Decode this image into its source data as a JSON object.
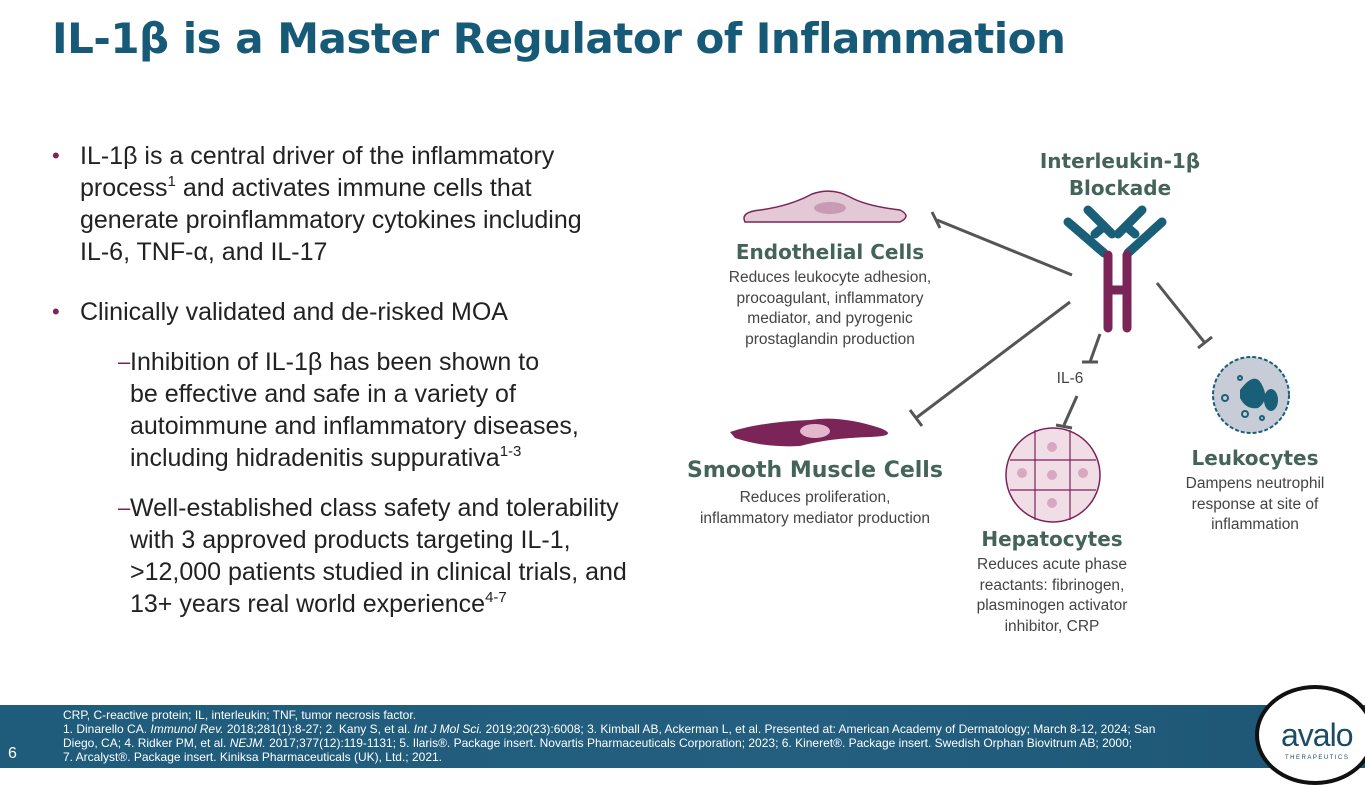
{
  "title": "IL-1β is a Master Regulator of Inflammation",
  "bullets": [
    {
      "lines": [
        "IL-1β is a central driver of the inflammatory",
        "process",
        "1",
        " and activates immune cells that",
        "generate proinflammatory cytokines including",
        "IL-6, TNF-α, and IL-17"
      ]
    },
    {
      "lines": [
        "Clinically validated and de-risked MOA"
      ],
      "sub": [
        {
          "lines": [
            "Inhibition of IL-1β has been shown to",
            "be effective and safe in a variety of",
            "autoimmune and inflammatory diseases,",
            "including hidradenitis suppurativa",
            "1-3"
          ]
        },
        {
          "lines": [
            "Well-established class safety and tolerability",
            "with 3 approved products targeting IL-1,",
            ">12,000 patients studied in clinical trials, and",
            "13+ years real world experience",
            "4-7"
          ]
        }
      ]
    }
  ],
  "diagram": {
    "center": [
      "Interleukin-1β",
      "Blockade"
    ],
    "il6": "IL-6",
    "endothelial": {
      "title": "Endothelial Cells",
      "desc": [
        "Reduces leukocyte adhesion,",
        "procoagulant, inflammatory",
        "mediator, and pyrogenic",
        "prostaglandin production"
      ]
    },
    "smooth": {
      "title": "Smooth Muscle Cells",
      "desc": [
        "Reduces proliferation,",
        "inflammatory mediator production"
      ]
    },
    "hepatocytes": {
      "title": "Hepatocytes",
      "desc": [
        "Reduces acute phase",
        "reactants: fibrinogen,",
        "plasminogen activator",
        "inhibitor, CRP"
      ]
    },
    "leukocytes": {
      "title": "Leukocytes",
      "desc": [
        "Dampens neutrophil",
        "response at site of",
        "inflammation"
      ]
    }
  },
  "footer": {
    "abbrev": "CRP, C-reactive protein; IL, interleukin; TNF, tumor necrosis factor.",
    "r1a": "1. Dinarello CA. ",
    "r1b": "Immunol Rev.",
    "r1c": " 2018;281(1):8-27; 2. Kany S, et al. ",
    "r1d": "Int J Mol Sci.",
    "r1e": " 2019;20(23):6008; 3. Kimball AB, Ackerman L, et al. Presented at: American Academy of Dermatology; March 8-12, 2024; San",
    "r2a": "Diego, CA; 4. Ridker PM, et al. ",
    "r2b": "NEJM.",
    "r2c": " 2017;377(12):119-1131; 5. Ilaris®. Package insert. Novartis Pharmaceuticals Corporation; 2023; 6. Kineret®. Package insert. Swedish Orphan Biovitrum AB; 2000;",
    "r3": "7. Arcalyst®. Package insert. Kiniksa Pharmaceuticals (UK), Ltd.; 2021.",
    "page": "6"
  },
  "logo": {
    "word": "avalo",
    "sub": "THERAPEUTICS"
  },
  "colors": {
    "title": "#175a78",
    "accent": "#7a2458",
    "teal": "#1a5f78",
    "footer": "#1f5b7b"
  }
}
